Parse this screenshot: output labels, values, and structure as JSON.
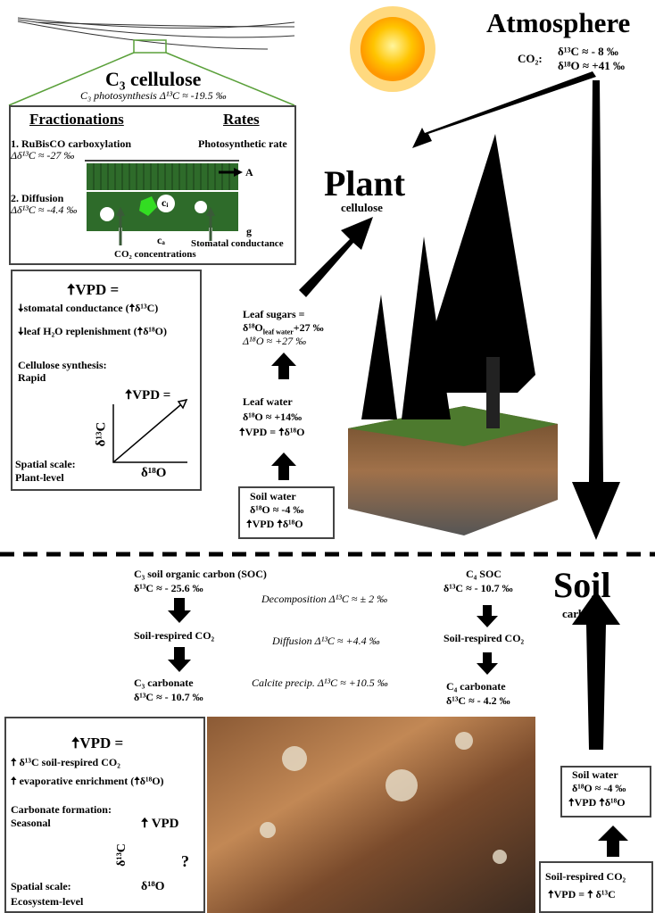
{
  "top": {
    "title": "C₃ cellulose",
    "subtitle": "C₃ photosynthesis Δ¹³C ≈ -19.5 ‰",
    "fractionations_heading": "Fractionations",
    "rates_heading": "Rates",
    "step1": "1. RuBisCO carboxylation",
    "step1_value": "Δδ¹³C ≈ -27 ‰",
    "step2": "2. Diffusion",
    "step2_value": "Δδ¹³C ≈ -4.4 ‰",
    "rate1": "Photosynthetic rate",
    "label_a": "A",
    "label_ci": "cᵢ",
    "label_ca": "cₐ",
    "label_g": "g",
    "stomatal": "Stomatal conductance",
    "co2_conc": "CO₂ concentrations"
  },
  "atmosphere": {
    "title": "Atmosphere",
    "co2": "CO₂:",
    "d13c": "δ¹³C ≈ - 8 ‰",
    "d18o": "δ¹⁸O ≈ +41 ‰"
  },
  "plant": {
    "title": "Plant",
    "subtitle": "cellulose"
  },
  "plant_box": {
    "vpd": "VPD =",
    "line1": "stomatal conductance (",
    "line1_end": "δ¹³C)",
    "line2": "leaf H₂O replenishment (",
    "line2_end": "δ¹⁸O)",
    "synthesis_label": "Cellulose synthesis:",
    "synthesis_value": "Rapid",
    "graph_vpd": "VPD =",
    "y_axis": "δ¹³C",
    "x_axis": "δ¹⁸O",
    "scale_label": "Spatial scale:",
    "scale_value": "Plant-level"
  },
  "leaf": {
    "sugars": "Leaf sugars  =",
    "sugars_eq": "δ¹⁸O",
    "sugars_sub": "leaf water",
    "sugars_add": "+27 ‰",
    "sugars_frac": "Δ¹⁸O ≈ +27 ‰",
    "water": "Leaf water",
    "water_value": "δ¹⁸O ≈ +14‰",
    "water_vpd": "VPD =",
    "water_vpd_end": "δ¹⁸O",
    "soil_water": "Soil water",
    "soil_water_value": "δ¹⁸O ≈ -4  ‰",
    "soil_water_vpd": "VPD",
    "soil_water_end": "δ¹⁸O"
  },
  "soil": {
    "title": "Soil",
    "subtitle": "carbonate",
    "c3_soc": "C₃ soil organic carbon (SOC)",
    "c3_soc_value": "δ¹³C ≈ - 25.6 ‰",
    "c3_resp": "Soil-respired CO₂",
    "c3_carb": "C₃ carbonate",
    "c3_carb_value": "δ¹³C ≈ - 10.7 ‰",
    "decomp": "Decomposition Δ¹³C ≈ ± 2 ‰",
    "diffusion": "Diffusion Δ¹³C ≈ +4.4 ‰",
    "calcite": "Calcite precip. Δ¹³C ≈ +10.5 ‰",
    "c4_soc": "C₄ SOC",
    "c4_soc_value": "δ¹³C ≈ - 10.7 ‰",
    "c4_resp": "Soil-respired CO₂",
    "c4_carb": "C₄ carbonate",
    "c4_carb_value": "δ¹³C ≈ - 4.2 ‰"
  },
  "soil_box": {
    "vpd": "VPD =",
    "line1": "δ¹³C soil-respired CO₂",
    "line2": "evaporative enrichment (",
    "line2_end": "δ¹⁸O)",
    "formation_label": "Carbonate formation:",
    "formation_value": "Seasonal",
    "graph_vpd": "VPD",
    "question": "?",
    "y_axis": "δ¹³C",
    "x_axis": "δ¹⁸O",
    "scale_label": "Spatial scale:",
    "scale_value": "Ecosystem-level"
  },
  "right": {
    "soil_water": "Soil water",
    "soil_water_value": "δ¹⁸O ≈ -4  ‰",
    "soil_water_vpd": "VPD",
    "soil_water_end": "δ¹⁸O",
    "resp": "Soil-respired CO₂",
    "resp_vpd": "VPD =",
    "resp_end": "δ¹³C"
  },
  "colors": {
    "leaf": "#2e6b2a",
    "leaf_highlight": "#33dd22",
    "zoom_line": "#5aa03a",
    "sun": "#ffc107"
  }
}
